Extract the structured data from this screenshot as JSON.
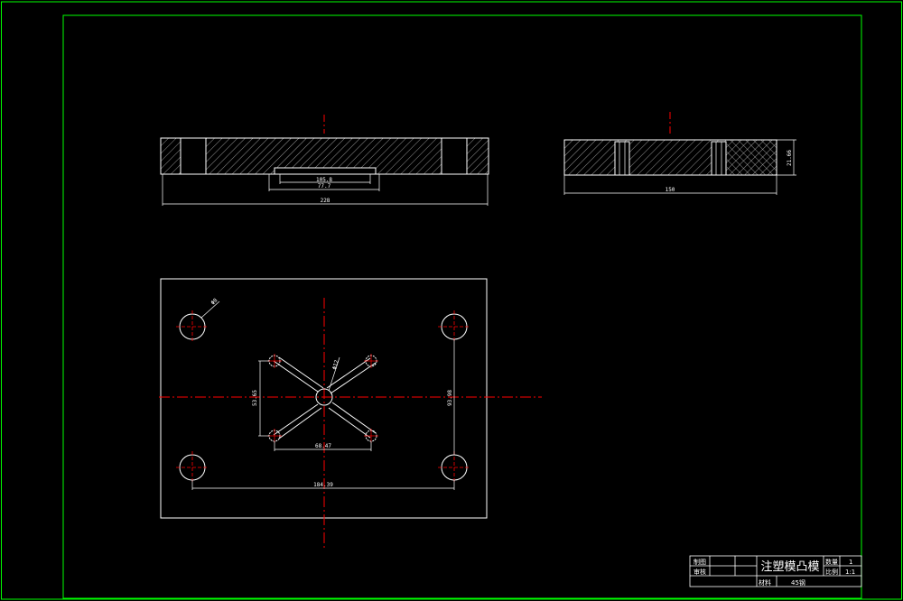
{
  "colors": {
    "background": "#000000",
    "border": "#00ff00",
    "outline": "#ffffff",
    "centerline": "#ff0000",
    "hatch": "#ffffff"
  },
  "front_view": {
    "dim_overall": "228",
    "dim_slot_upper": "105.8",
    "dim_slot_lower": "77.7"
  },
  "side_view": {
    "dim_width": "150",
    "dim_height": "21.66"
  },
  "plan_view": {
    "dim_corner_hole": "Φ8",
    "dim_center_hole": "Φ12",
    "dim_left_vertical": "53.65",
    "dim_right_vertical": "93.98",
    "dim_small_horizontal": "68.47",
    "dim_large_horizontal": "184.39"
  },
  "title_block": {
    "title": "注塑模凸模",
    "row1_label": "制图",
    "row2_label": "审核",
    "qty_label": "数量",
    "qty_value": "1",
    "scale_label": "比例",
    "scale_value": "1:1",
    "material_label": "材料",
    "material_value": "45钢"
  }
}
